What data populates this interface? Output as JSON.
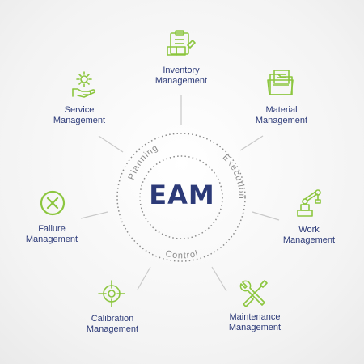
{
  "center": {
    "title": "EAM"
  },
  "ring_labels": {
    "top_left": "Planning",
    "top_right": "Execution",
    "bottom": "Control"
  },
  "nodes": [
    {
      "line1": "Inventory",
      "line2": "Management",
      "icon": "inventory-clipboard-boxes-icon"
    },
    {
      "line1": "Material",
      "line2": "Management",
      "icon": "folder-documents-icon"
    },
    {
      "line1": "Work",
      "line2": "Management",
      "icon": "robotic-arm-icon"
    },
    {
      "line1": "Maintenance",
      "line2": "Management",
      "icon": "wrench-screwdriver-icon"
    },
    {
      "line1": "Calibration",
      "line2": "Management",
      "icon": "crosshair-target-icon"
    },
    {
      "line1": "Failure",
      "line2": "Management",
      "icon": "x-circle-icon"
    },
    {
      "line1": "Service",
      "line2": "Management",
      "icon": "hand-gear-icon"
    }
  ],
  "colors": {
    "text": "#2c3a78",
    "icon": "#8cc63f",
    "ring": "#9a9a9a",
    "connector": "#c9c9c9"
  }
}
